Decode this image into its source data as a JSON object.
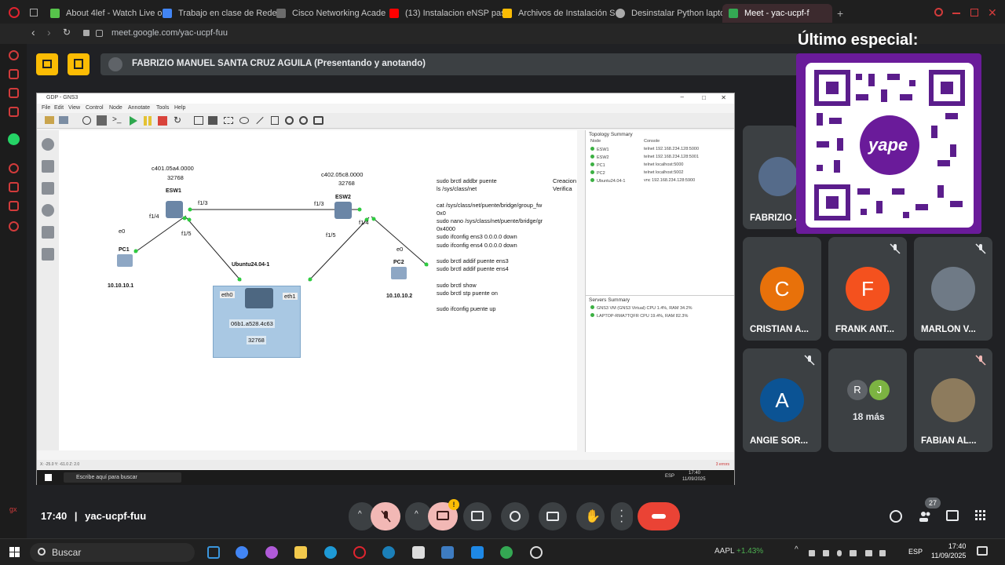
{
  "browser": {
    "tabs": [
      {
        "label": "About 4lef - Watch Live o",
        "color": "#57c44b"
      },
      {
        "label": "Trabajo en clase de Rede",
        "color": "#4285f4"
      },
      {
        "label": "Cisco Networking Acade",
        "color": "#6b6b6b"
      },
      {
        "label": "(13) Instalacion eNSP pas",
        "color": "#ff0000"
      },
      {
        "label": "Archivos de Instalación S",
        "color": "#fbbc04"
      },
      {
        "label": "Desinstalar Python laptop",
        "color": "#aaaaaa"
      },
      {
        "label": "Meet - yac-ucpf-f",
        "color": "#34a853"
      }
    ],
    "url": "meet.google.com/yac-ucpf-fuu"
  },
  "meet": {
    "presenter": "FABRIZIO MANUEL SANTA CRUZ AGUILA (Presentando y anotando)",
    "time": "17:40",
    "separator": "|",
    "code": "yac-ucpf-fuu",
    "participants_badge": "27",
    "mic_badge": "!",
    "tiles": [
      {
        "name": "FABRIZIO ...",
        "initial": "",
        "color": "#3c4043",
        "muted": false
      },
      {
        "name": "CRISTIAN A...",
        "initial": "C",
        "color": "#e8710a",
        "muted": false
      },
      {
        "name": "FRANK ANT...",
        "initial": "F",
        "color": "#f4511e",
        "muted": true
      },
      {
        "name": "MARLON V...",
        "initial": "",
        "color": "#3c4043",
        "muted": true
      },
      {
        "name": "ANGIE SOR...",
        "initial": "A",
        "color": "#0b5394",
        "muted": true
      },
      {
        "name": "18 más",
        "initial": "",
        "color": "#3c4043",
        "muted": false
      },
      {
        "name": "FABIAN AL...",
        "initial": "",
        "color": "#3c4043",
        "muted": true
      }
    ],
    "more_avatars": [
      "R",
      "J"
    ]
  },
  "overlay": {
    "title": "Último especial:",
    "brand": "yape"
  },
  "gns3": {
    "title": "GDP - GNS3",
    "menu": [
      "File",
      "Edit",
      "View",
      "Control",
      "Node",
      "Annotate",
      "Tools",
      "Help"
    ],
    "labels": {
      "esw1_mac": "c401.05a4.0000",
      "esw1_prio": "32768",
      "esw1": "ESW1",
      "esw2_mac": "c402.05c8.0000",
      "esw2_prio": "32768",
      "esw2": "ESW2",
      "f13a": "f1/3",
      "f13b": "f1/3",
      "f14a": "f1/4",
      "f14b": "f1/4",
      "f15a": "f1/5",
      "f15b": "f1/5",
      "e0a": "e0",
      "e0b": "e0",
      "pc1": "PC1",
      "pc2": "PC2",
      "pc1_ip": "10.10.10.1",
      "pc2_ip": "10.10.10.2",
      "ubuntu": "Ubuntu24.04-1",
      "eth0": "eth0",
      "eth1": "eth1",
      "bridge_mac": "06b1.a528.4c63",
      "bridge_prio": "32768",
      "side_note1": "Creacion",
      "side_note2": "Verifica"
    },
    "commands": "sudo brctl addbr puente\nls /sys/class/net\n\ncat /sys/class/net/puente/bridge/group_fw\n0x0\nsudo nano /sys/class/net/puente/bridge/gr\n0x4000\nsudo ifconfig ens3 0.0.0.0 down\nsudo ifconfig ens4 0.0.0.0 down\n\nsudo brctl addif puente ens3\nsudo brctl addif puente ens4\n\nsudo brctl show\nsudo brctl stp puente on\n\nsudo ifconfig puente up",
    "topology_title": "Topology Summary",
    "topology_header": [
      "Node",
      "Console"
    ],
    "topology": [
      {
        "node": "ESW1",
        "console": "telnet 192.168.234.128:5000"
      },
      {
        "node": "ESW2",
        "console": "telnet 192.168.234.128:5001"
      },
      {
        "node": "PC1",
        "console": "telnet localhost:5000"
      },
      {
        "node": "PC2",
        "console": "telnet localhost:5002"
      },
      {
        "node": "Ubuntu24.04-1",
        "console": "vnc 192.168.234.128:5900"
      }
    ],
    "servers_title": "Servers Summary",
    "servers": [
      "GNS3 VM (GNS3 Virtual) CPU 1.4%, RAM 34.2%",
      "LAPTOP-RMA7TQFR CPU 19.4%, RAM 82.3%"
    ],
    "status_left": "X: -25.0 Y: -61.0 Z: 2.0",
    "status_right": "3 errors",
    "inner_search": "Escribe aquí para buscar",
    "inner_lang": "ESP",
    "inner_time": "17:40",
    "inner_date": "11/09/2025"
  },
  "os": {
    "search_placeholder": "Buscar",
    "stock_symbol": "AAPL",
    "stock_change": "+1.43%",
    "lang": "ESP",
    "time": "17:40",
    "date": "11/09/2025"
  }
}
